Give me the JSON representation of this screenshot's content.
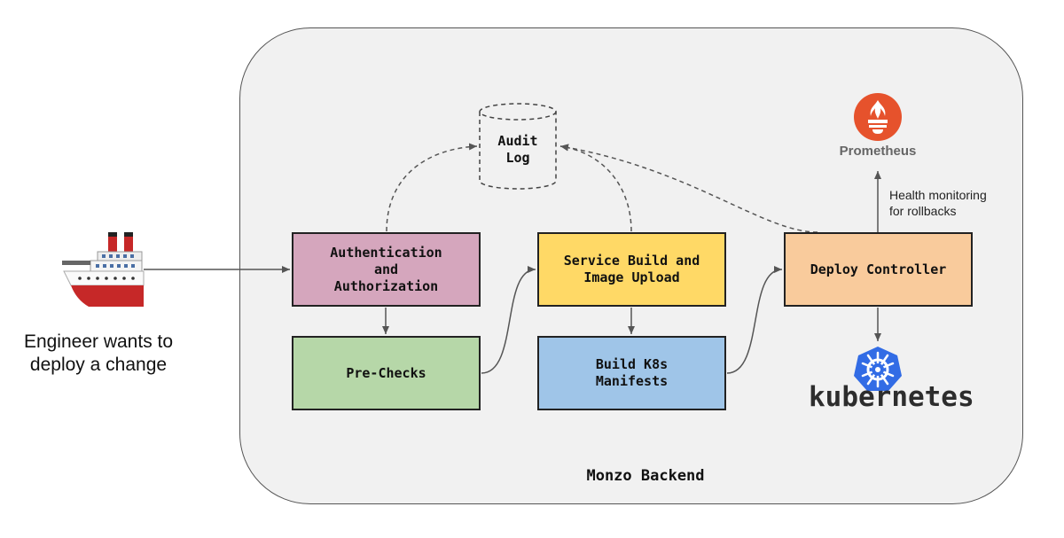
{
  "diagram": {
    "backend_label": "Monzo Backend",
    "engineer_label": "Engineer wants to\ndeploy a change",
    "audit_log": "Audit\nLog",
    "boxes": {
      "auth": "Authentication\nand\nAuthorization",
      "prechecks": "Pre-Checks",
      "build": "Service Build and\nImage Upload",
      "k8s_manifests": "Build K8s\nManifests",
      "deploy": "Deploy Controller"
    },
    "prometheus_label": "Prometheus",
    "health_label": "Health monitoring\nfor rollbacks",
    "kubernetes_label": "kubernetes"
  },
  "colors": {
    "auth": "#d5a6bd",
    "prechecks": "#b6d7a8",
    "build": "#ffd966",
    "k8s_manifests": "#9fc5e8",
    "deploy": "#f9cb9c",
    "prometheus": "#e6522c",
    "kubernetes": "#326ce5",
    "panel": "#f1f1f1"
  },
  "icons": {
    "engineer": "ship-icon",
    "prometheus": "prometheus-flame-icon",
    "kubernetes": "kubernetes-helm-icon"
  }
}
